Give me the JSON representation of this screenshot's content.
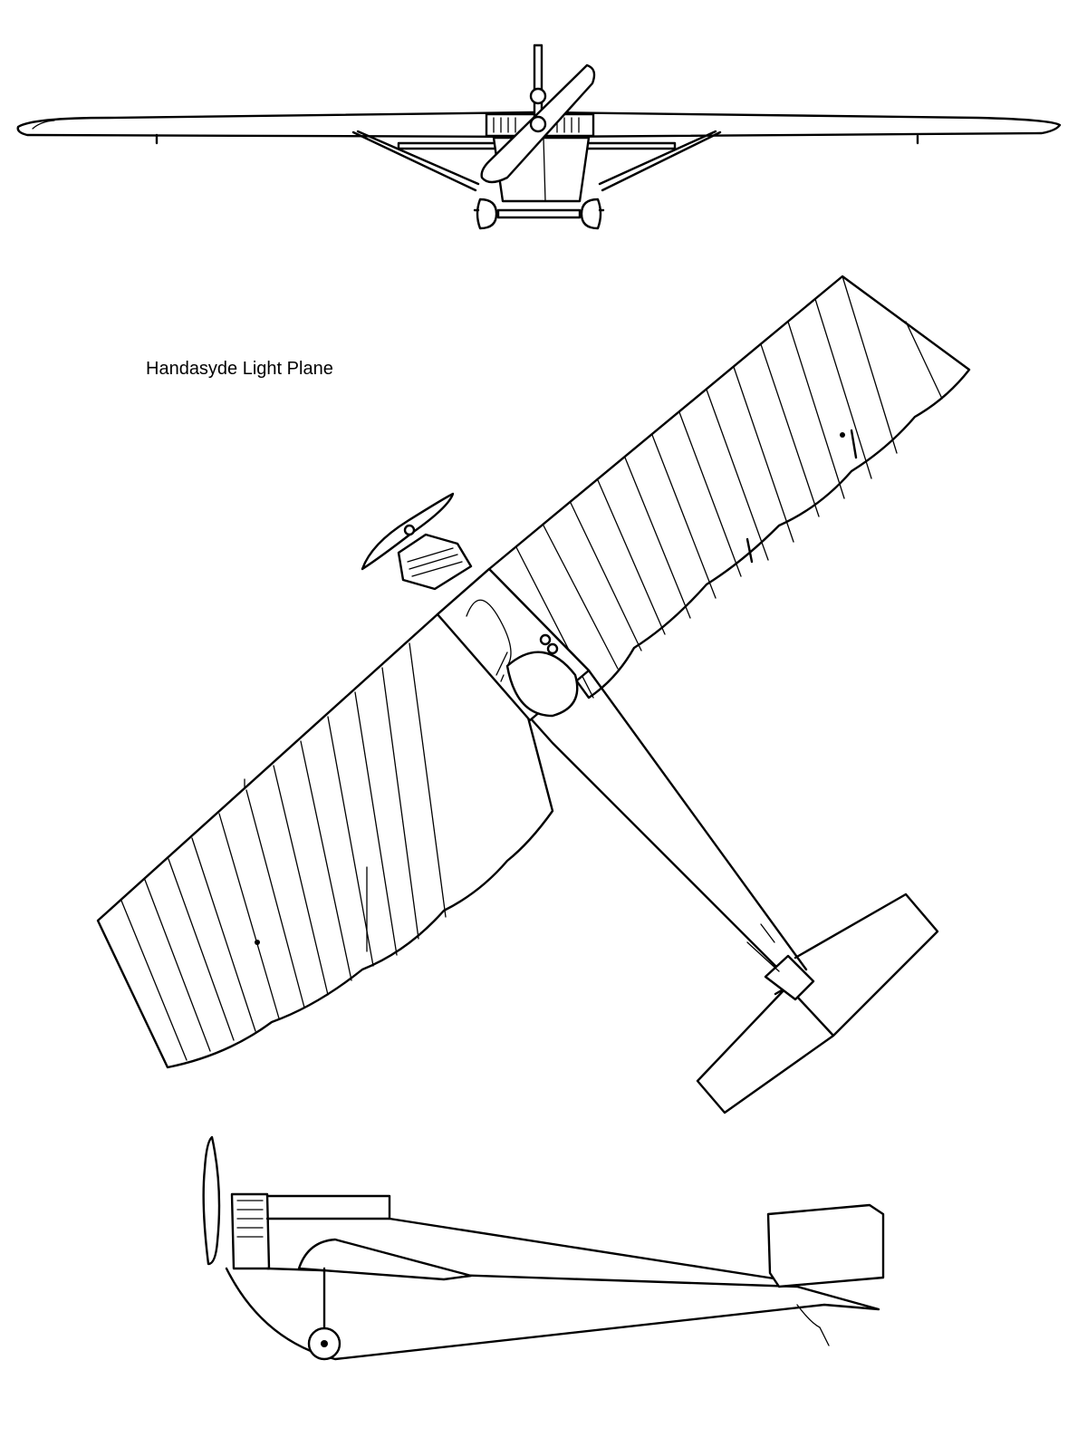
{
  "drawing": {
    "title": "Handasyde Light Plane",
    "views": [
      "front-view",
      "plan-view",
      "side-view"
    ]
  },
  "colors": {
    "line": "#000000",
    "background": "#ffffff"
  }
}
